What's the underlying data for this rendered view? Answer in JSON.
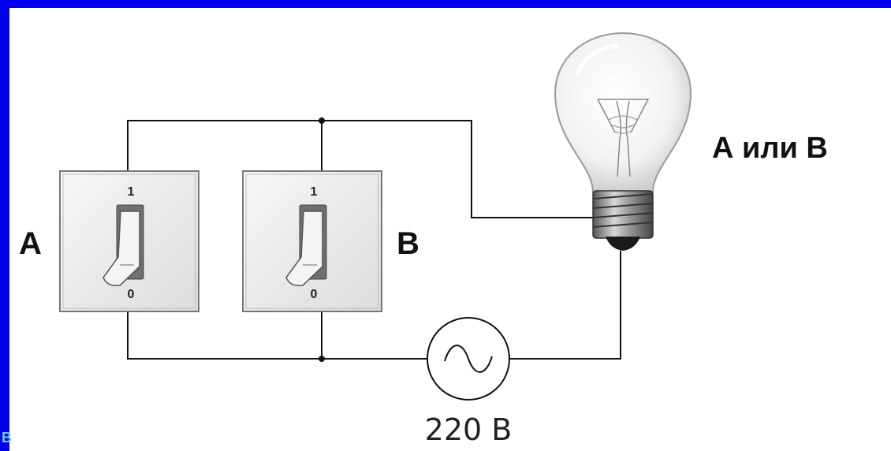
{
  "switches": [
    {
      "name": "A",
      "on_label": "1",
      "off_label": "0"
    },
    {
      "name": "B",
      "on_label": "1",
      "off_label": "0"
    }
  ],
  "lamp_label": "А или В",
  "source_label": "220 В",
  "corner_letter": "В",
  "colors": {
    "frame": "#0000ee",
    "wire": "#111111",
    "switch_plate": "#ececec"
  }
}
